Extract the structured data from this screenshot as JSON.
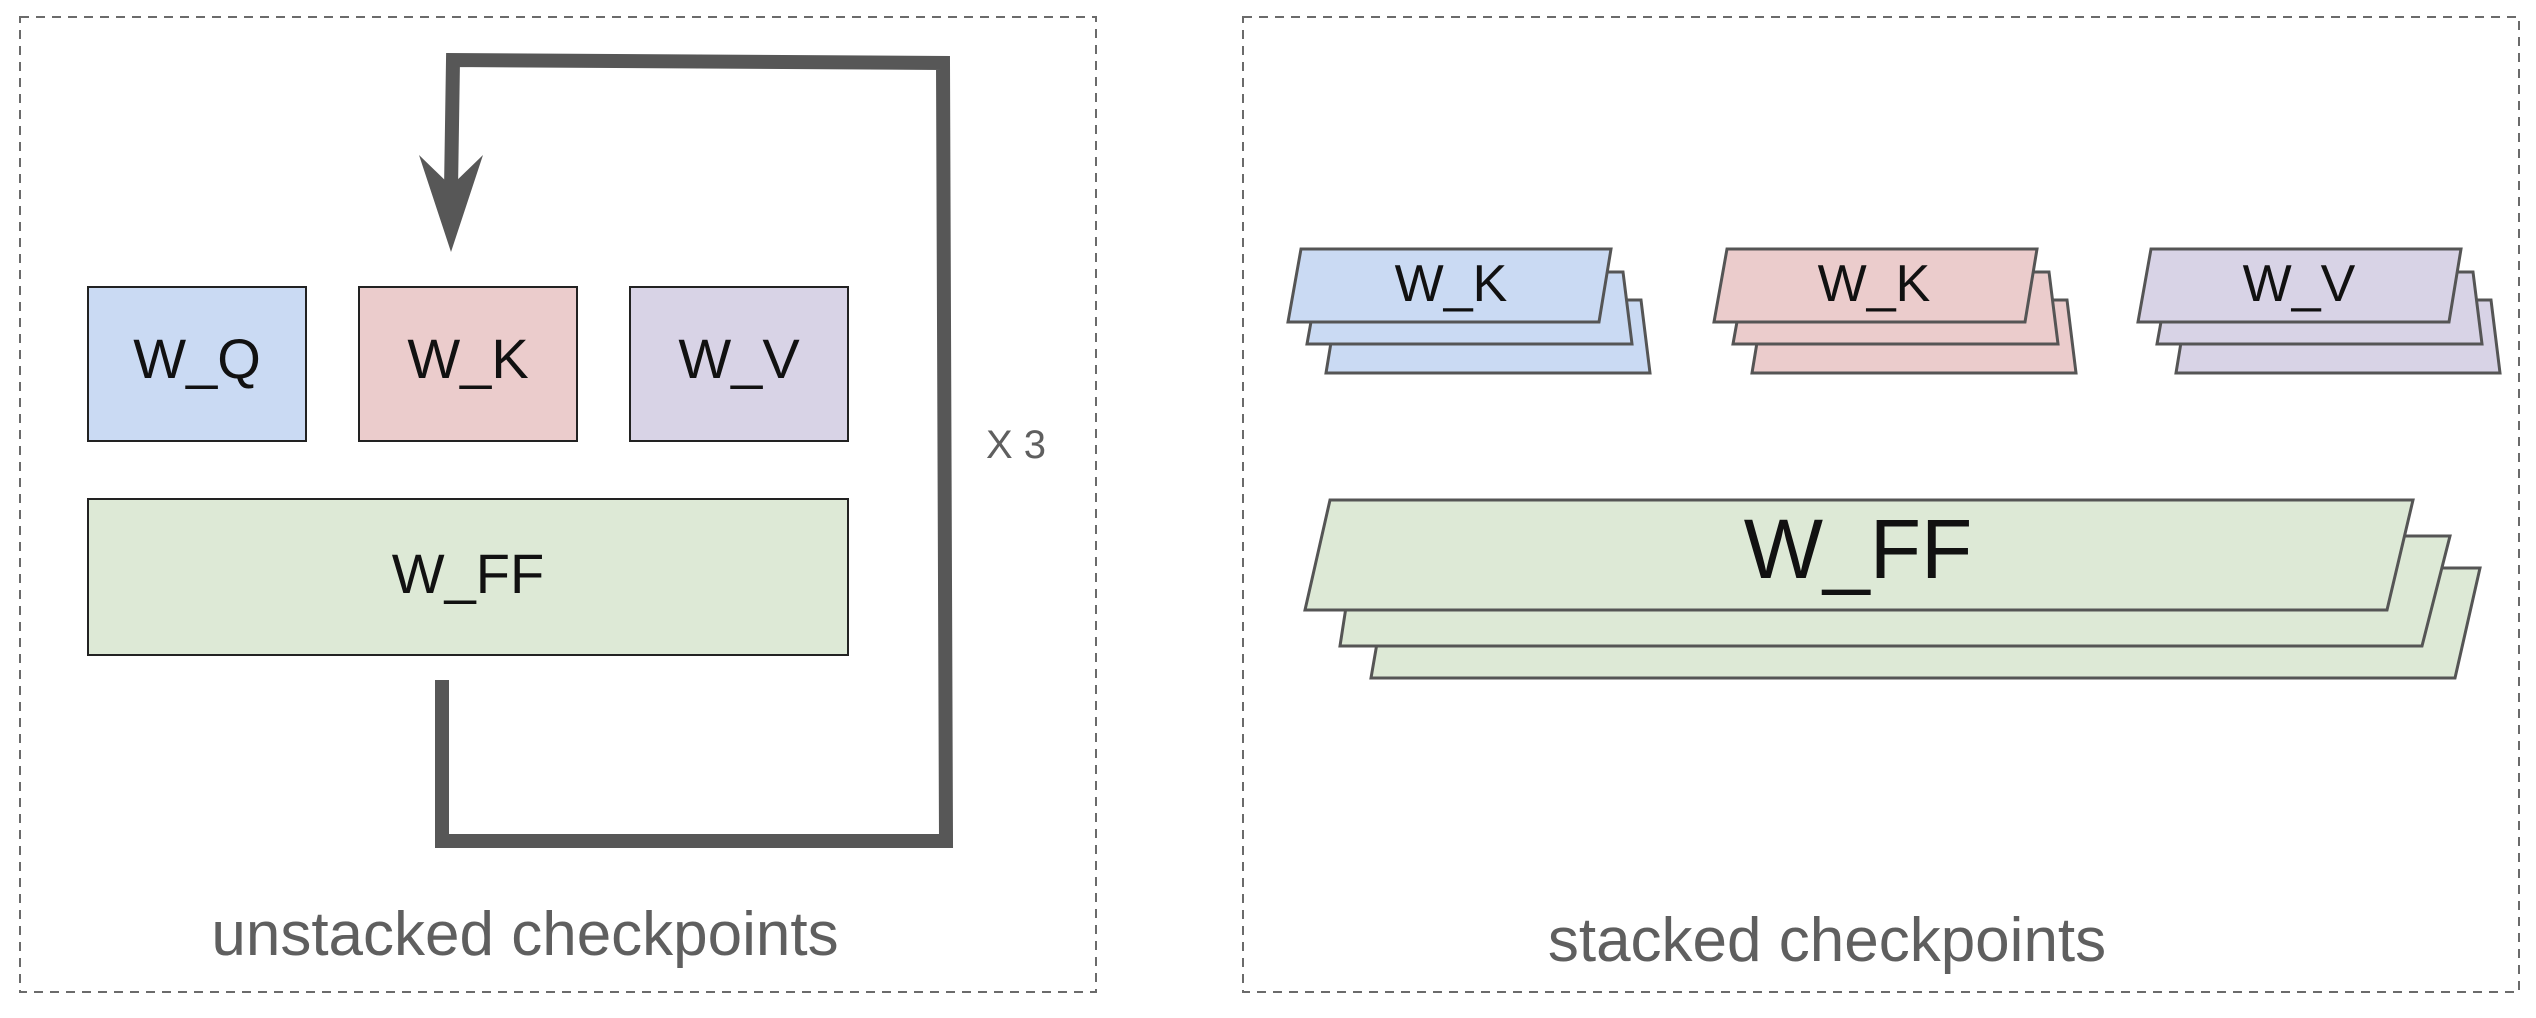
{
  "unstacked": {
    "caption": "unstacked checkpoints",
    "repeat_label": "X 3",
    "blocks": {
      "wq": "W_Q",
      "wk": "W_K",
      "wv": "W_V",
      "wff": "W_FF"
    }
  },
  "stacked": {
    "caption": "stacked checkpoints",
    "stacks": {
      "first": "W_K",
      "second": "W_K",
      "third": "W_V",
      "ff": "W_FF"
    }
  },
  "colors": {
    "q_blue": "#cadaf3",
    "k_red": "#ebcccc",
    "v_purple": "#d8d3e6",
    "ff_green": "#dde9d6",
    "arrow_gray": "#575757",
    "text_gray": "#5f5f5f",
    "dash_gray": "#6b6b6b"
  },
  "icons": {
    "loop": "loop-arrow-icon"
  }
}
